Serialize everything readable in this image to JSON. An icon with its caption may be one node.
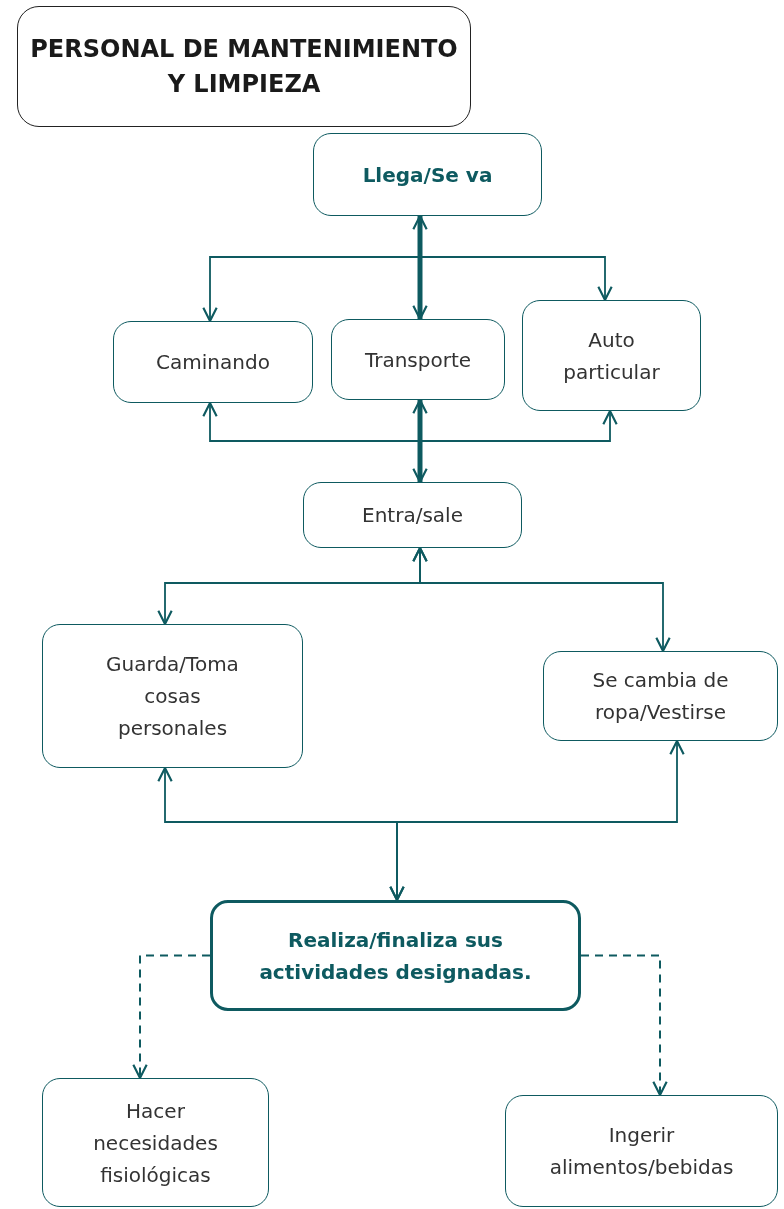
{
  "diagram": {
    "nodes": [
      {
        "text": [
          "PERSONAL DE MANTENIMIENTO Y LIMPIEZA"
        ]
      },
      {
        "text": [
          "Llega/Se va"
        ]
      },
      {
        "text": [
          "Caminando"
        ]
      },
      {
        "text": [
          "Transporte"
        ]
      },
      {
        "text": [
          "Auto particular"
        ]
      },
      {
        "text": [
          "Entra/sale"
        ]
      },
      {
        "text": [
          "Guarda/Toma cosas personales"
        ]
      },
      {
        "text": [
          "Se cambia de ropa/Vestirse"
        ]
      },
      {
        "text": [
          "Realiza/finaliza sus actividades designadas."
        ]
      },
      {
        "text": [
          "Hacer necesidades fisiológicas"
        ]
      },
      {
        "text": [
          "Ingerir alimentos/bebidas"
        ]
      }
    ],
    "edges": [
      {
        "from": 1,
        "to": 3,
        "arrow": "both",
        "style": "thick"
      },
      {
        "from": 1,
        "to": 2,
        "arrow": "to"
      },
      {
        "from": 1,
        "to": 4,
        "arrow": "to"
      },
      {
        "from": 3,
        "to": 5,
        "arrow": "both",
        "style": "thick"
      },
      {
        "from": 5,
        "to": 2,
        "arrow": "to"
      },
      {
        "from": 5,
        "to": 4,
        "arrow": "to"
      },
      {
        "from": 5,
        "to": 6,
        "arrow": "both"
      },
      {
        "from": 5,
        "to": 7,
        "arrow": "both"
      },
      {
        "from": 6,
        "to": 8,
        "arrow": "both"
      },
      {
        "from": 7,
        "to": 8,
        "arrow": "both"
      },
      {
        "from": 8,
        "to": 9,
        "arrow": "to",
        "style": "dashed"
      },
      {
        "from": 8,
        "to": 10,
        "arrow": "to",
        "style": "dashed"
      }
    ]
  }
}
